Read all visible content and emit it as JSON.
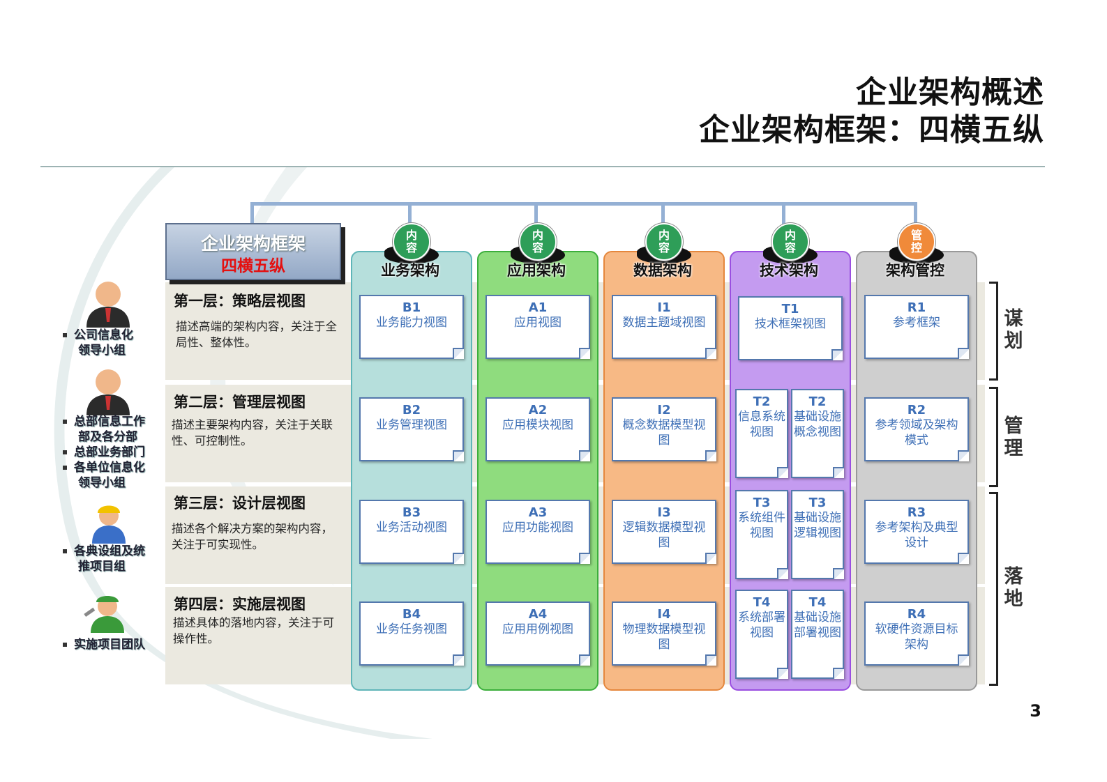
{
  "title": {
    "line1": "企业架构概述",
    "line2": "企业架构框架：四横五纵"
  },
  "page_number": "3",
  "framework_header": {
    "line1": "企业架构框架",
    "line2": "四横五纵"
  },
  "layers": [
    {
      "title": "第一层：策略层视图",
      "desc": "描述高端的架构内容，关注于全局性、整体性。"
    },
    {
      "title": "第二层：管理层视图",
      "desc": "描述主要架构内容，关注于关联性、可控制性。"
    },
    {
      "title": "第三层：设计层视图",
      "desc": "描述各个解决方案的架构内容，关注于可实现性。"
    },
    {
      "title": "第四层：实施层视图",
      "desc": "描述具体的落地内容，关注于可操作性。"
    }
  ],
  "roles": [
    {
      "lines": [
        "公司信息化",
        "领导小组"
      ]
    },
    {
      "lines": [
        "总部信息工作",
        "部及各分部",
        "总部业务部门",
        "各单位信息化",
        "领导小组"
      ]
    },
    {
      "lines": [
        "各典设组及统",
        "推项目组"
      ]
    },
    {
      "lines": [
        "实施项目团队"
      ]
    }
  ],
  "columns": [
    {
      "header": "业务架构",
      "badge": "内容",
      "badge_color": "#2e9e58",
      "bg": "#b6dfdc",
      "border": "#5fb5b8",
      "cards": [
        {
          "code": "B1",
          "name": "业务能力视图"
        },
        {
          "code": "B2",
          "name": "业务管理视图"
        },
        {
          "code": "B3",
          "name": "业务活动视图"
        },
        {
          "code": "B4",
          "name": "业务任务视图"
        }
      ]
    },
    {
      "header": "应用架构",
      "badge": "内容",
      "badge_color": "#2e9e58",
      "bg": "#8fdc7e",
      "border": "#3cae3c",
      "cards": [
        {
          "code": "A1",
          "name": "应用视图"
        },
        {
          "code": "A2",
          "name": "应用模块视图"
        },
        {
          "code": "A3",
          "name": "应用功能视图"
        },
        {
          "code": "A4",
          "name": "应用用例视图"
        }
      ]
    },
    {
      "header": "数据架构",
      "badge": "内容",
      "badge_color": "#2e9e58",
      "bg": "#f7b985",
      "border": "#e5873d",
      "cards": [
        {
          "code": "I1",
          "name": "数据主题域视图"
        },
        {
          "code": "I2",
          "name": "概念数据模型视图"
        },
        {
          "code": "I3",
          "name": "逻辑数据模型视图"
        },
        {
          "code": "I4",
          "name": "物理数据模型视图"
        }
      ]
    },
    {
      "header": "技术架构",
      "badge": "内容",
      "badge_color": "#2e9e58",
      "bg": "#c49bf0",
      "border": "#9a4fe0",
      "cards": [
        {
          "code": "T1",
          "name": "技术框架视图"
        }
      ],
      "pairs": [
        [
          {
            "code": "T2",
            "name": "信息系统视图"
          },
          {
            "code": "T2",
            "name": "基础设施概念视图"
          }
        ],
        [
          {
            "code": "T3",
            "name": "系统组件视图"
          },
          {
            "code": "T3",
            "name": "基础设施逻辑视图"
          }
        ],
        [
          {
            "code": "T4",
            "name": "系统部署视图"
          },
          {
            "code": "T4",
            "name": "基础设施部署视图"
          }
        ]
      ]
    },
    {
      "header": "架构管控",
      "badge": "管控",
      "badge_color": "#f08a3a",
      "bg": "#cfcfcf",
      "border": "#999999",
      "cards": [
        {
          "code": "R1",
          "name": "参考框架"
        },
        {
          "code": "R2",
          "name": "参考领域及架构模式"
        },
        {
          "code": "R3",
          "name": "参考架构及典型设计"
        },
        {
          "code": "R4",
          "name": "软硬件资源目标架构"
        }
      ]
    }
  ],
  "side_labels": [
    {
      "text": "谋划"
    },
    {
      "text": "管理"
    },
    {
      "text": "落地"
    }
  ]
}
